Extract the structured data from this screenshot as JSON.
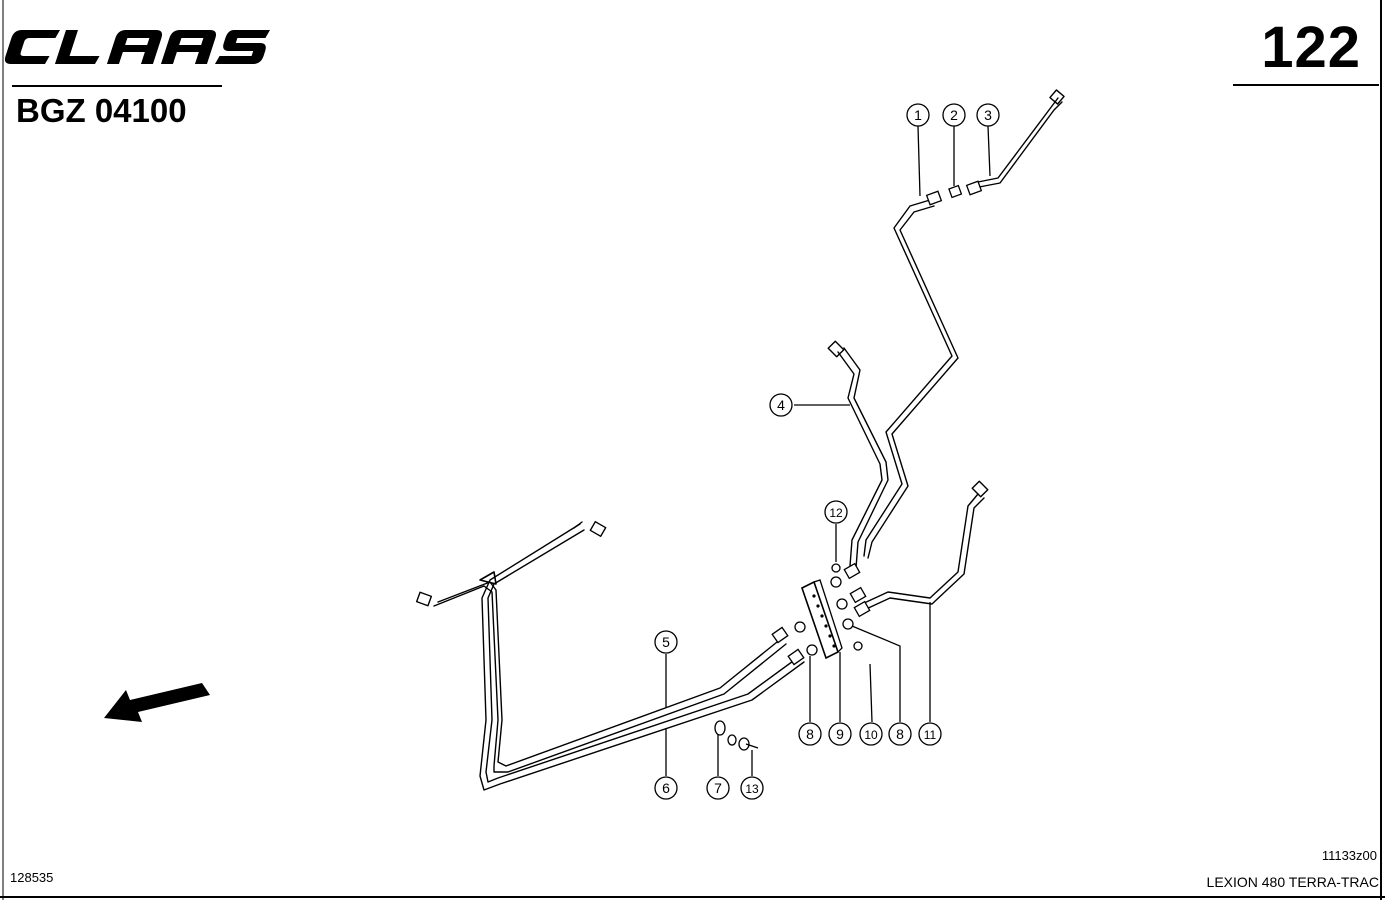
{
  "header": {
    "brand_logo": "CLAAS",
    "page_number": "122",
    "group_code": "BGZ 04100"
  },
  "footer": {
    "doc_id": "128535",
    "drawing_id": "11133z00",
    "model": "LEXION 480 TERRA-TRAC"
  },
  "callouts": [
    "1",
    "2",
    "3",
    "4",
    "5",
    "6",
    "7",
    "8",
    "9",
    "10",
    "8",
    "11",
    "12",
    "13"
  ],
  "icons": {
    "direction_arrow": "direction-arrow-icon"
  }
}
